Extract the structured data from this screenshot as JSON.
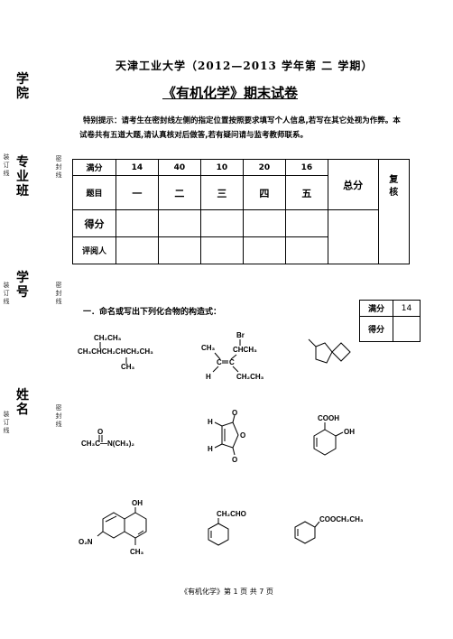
{
  "sidebar": {
    "fields": [
      {
        "label": "学院"
      },
      {
        "label": "专业班"
      },
      {
        "label": "学号"
      },
      {
        "label": "姓名"
      }
    ],
    "bind_line": "装订线",
    "seal_line": "密封线"
  },
  "header": {
    "university": "天津工业大学（2012—2013 学年第 二 学期）",
    "title": "《有机化学》期末试卷",
    "notice": "特别提示：请考生在密封线左侧的指定位置按照要求填写个人信息,若写在其它处视为作弊。本试卷共有五道大题,请认真核对后做答,若有疑问请与监考教师联系。"
  },
  "score_table": {
    "row_full": "满分",
    "full_scores": [
      "14",
      "40",
      "10",
      "20",
      "16"
    ],
    "row_question": "题目",
    "questions": [
      "一",
      "二",
      "三",
      "四",
      "五"
    ],
    "total": "总分",
    "review": "复核",
    "row_score": "得分",
    "row_grader": "评阅人"
  },
  "section1": {
    "title": "一．命名或写出下列化合物的构造式：",
    "mini_table": {
      "full_label": "满分",
      "full_value": "14",
      "score_label": "得分"
    }
  },
  "chem": {
    "c1": {
      "line1": "CH₂CH₃",
      "line2": "CH₃CHCH₂CHCH₂CH₃",
      "line3": "CH₃"
    },
    "c2": {
      "br": "Br",
      "ch3": "CH₃",
      "chch3": "CHCH₃",
      "c": "C",
      "h": "H",
      "ch2ch3": "CH₂CH₃"
    },
    "c4": {
      "o": "O",
      "formula": "CH₃C—N(CH₃)₂"
    },
    "c5": {
      "h": "H",
      "o": "O"
    },
    "c6": {
      "cooh": "COOH",
      "oh": "OH"
    },
    "c7": {
      "oh": "OH",
      "no2": "O₂N",
      "ch3": "CH₃"
    },
    "c8": {
      "cho": "CH₂CHO"
    },
    "c9": {
      "ester": "COOCH₂CH₃"
    }
  },
  "footer": {
    "text": "《有机化学》第 1 页 共 7 页"
  }
}
